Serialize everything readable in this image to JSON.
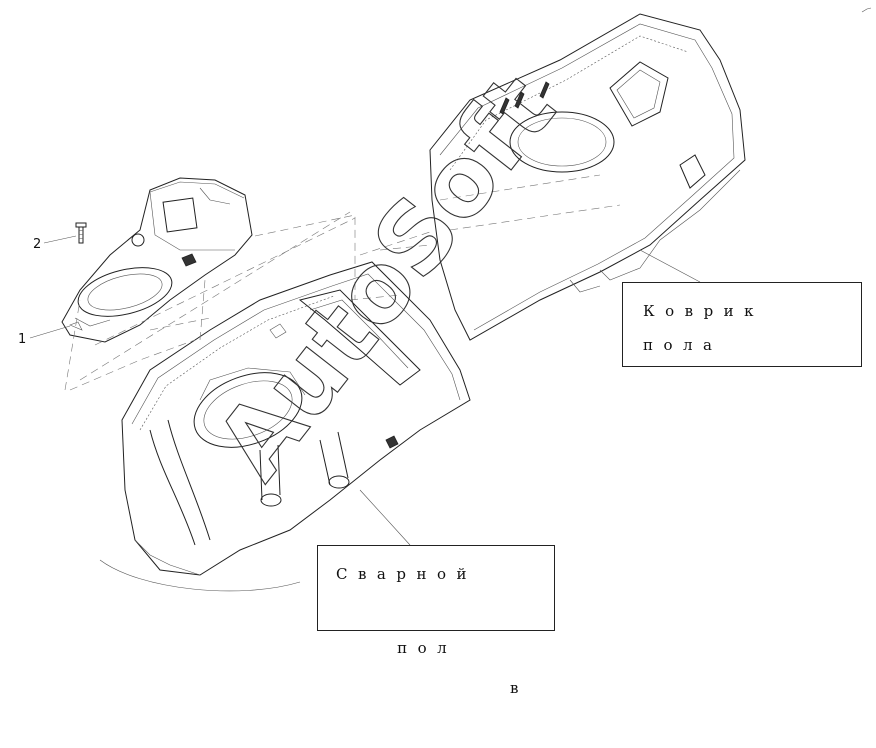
{
  "callouts": [
    {
      "number": "1"
    },
    {
      "number": "2"
    }
  ],
  "labels": {
    "floor_mat": {
      "line1": "Коврик",
      "line2": "пола"
    },
    "welded_floor": {
      "line1": "Сварной",
      "line2": "пол",
      "line2_tail": "в"
    }
  },
  "watermark": "AutoSoft"
}
